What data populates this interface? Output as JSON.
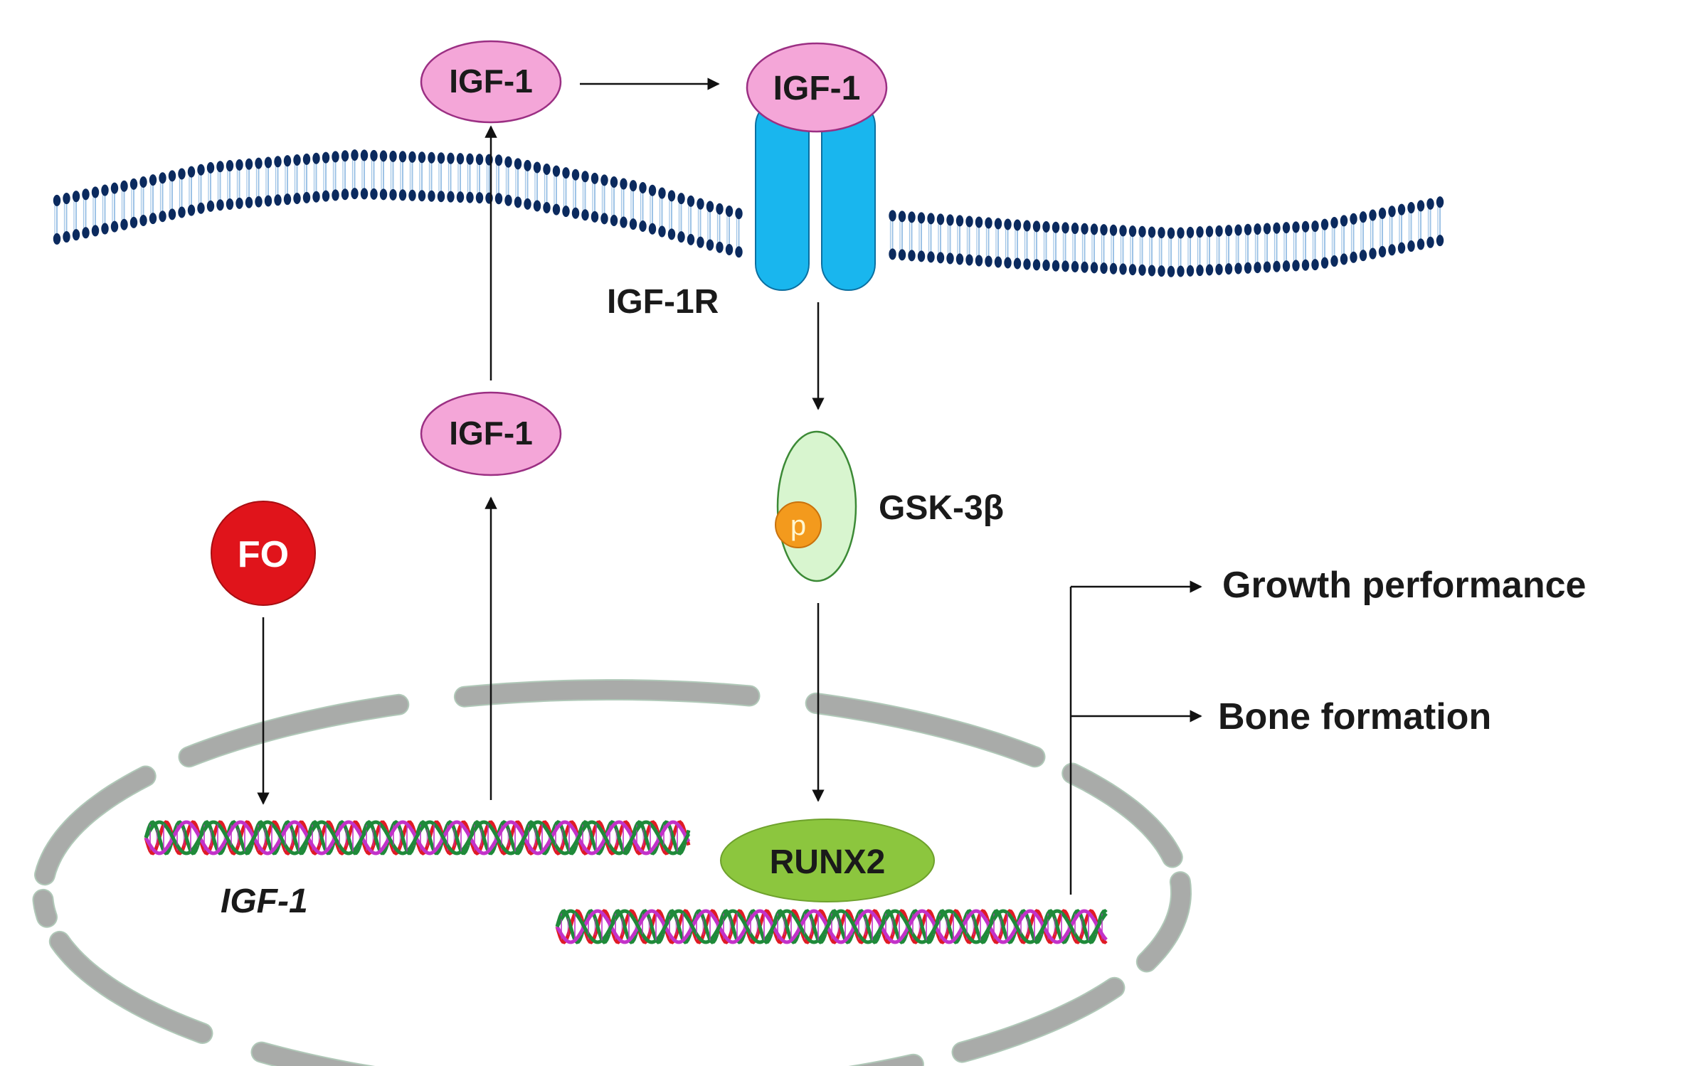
{
  "nodes": {
    "igf1_extracellular": "IGF-1",
    "igf1_bound": "IGF-1",
    "igf1_cytoplasm": "IGF-1",
    "receptor": "IGF-1R",
    "gsk3b": "GSK-3β",
    "phospho": "p",
    "fo": "FO",
    "runx2": "RUNX2",
    "gene_igf1": "IGF-1"
  },
  "outcomes": {
    "growth": "Growth performance",
    "bone": "Bone formation"
  },
  "colors": {
    "membrane_head": "#0b2a5e",
    "membrane_tail": "#9ec3e6",
    "igf1_fill": "#f4a6d8",
    "igf1_stroke": "#9b2f83",
    "receptor_fill": "#19b6ee",
    "receptor_stroke": "#0b6fa0",
    "gsk_fill": "#d8f5cf",
    "gsk_stroke": "#3c8a36",
    "phospho_fill": "#f39a1d",
    "fo_fill": "#e0141b",
    "runx2_fill": "#8cc63e",
    "nucleus_fill": "#a9aba9",
    "dna_red": "#e01b24",
    "dna_green": "#1f8a3a",
    "dna_magenta": "#c232c9"
  }
}
